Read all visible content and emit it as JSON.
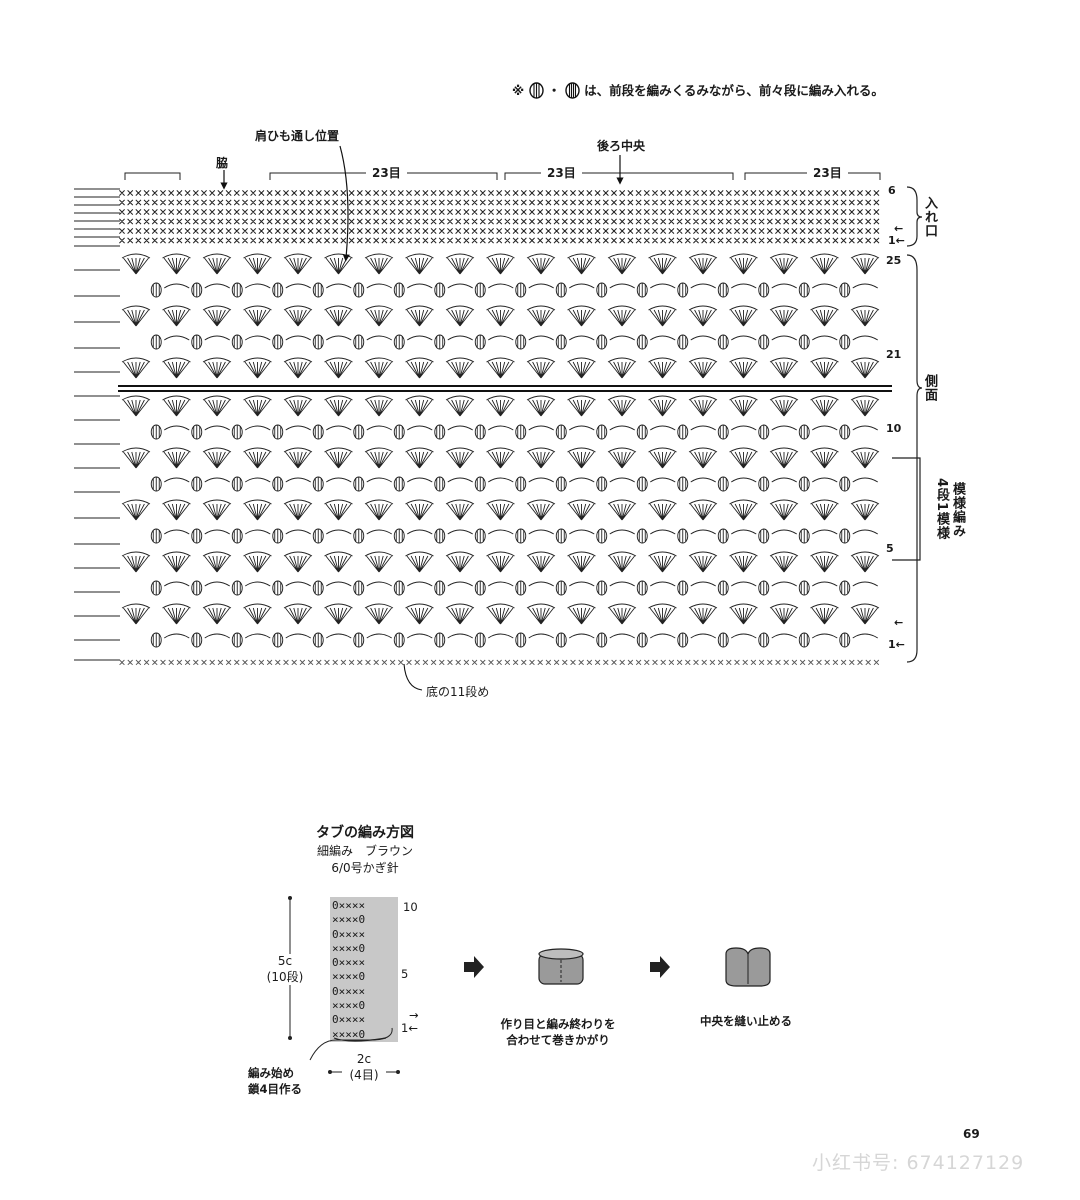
{
  "note": {
    "prefix": "※",
    "separator": "・",
    "text": "は、前段を編みくるみながら、前々段に編み入れる。"
  },
  "main_chart": {
    "label_shoulder_strap": "肩ひも通し位置",
    "label_side": "脇",
    "label_back_center": "後ろ中央",
    "stitch_counts": [
      "23目",
      "23目",
      "23目"
    ],
    "row_numbers": [
      "6",
      "1",
      "25",
      "21",
      "10",
      "5",
      "1"
    ],
    "row_arrows": [
      "←",
      "←",
      "←",
      "←"
    ],
    "sections": [
      "入れ口",
      "側面",
      "模様編み",
      "4段1模様"
    ],
    "bottom_label": "底の11段め"
  },
  "tab": {
    "title": "タブの編み方図",
    "yarn": "細編み　ブラウン",
    "hook": "6/0号かぎ針",
    "height": "5c",
    "height_rows": "(10段)",
    "width": "2c",
    "width_stitches": "(4目)",
    "start_line1": "編み始め",
    "start_line2": "鎖4目作る",
    "row_10": "10",
    "row_5": "5",
    "row_1": "1",
    "arrow_right": "→",
    "arrow_left": "←",
    "step1_line1": "作り目と編み終わりを",
    "step1_line2": "合わせて巻きかがり",
    "step2": "中央を縫い止める",
    "grid_rows": [
      "0××××",
      "××××0",
      "0××××",
      "××××0",
      "0××××",
      "××××0",
      "0××××",
      "××××0",
      "0××××",
      "××××0"
    ]
  },
  "page_number": "69",
  "watermark": "小红书号: 674127129"
}
